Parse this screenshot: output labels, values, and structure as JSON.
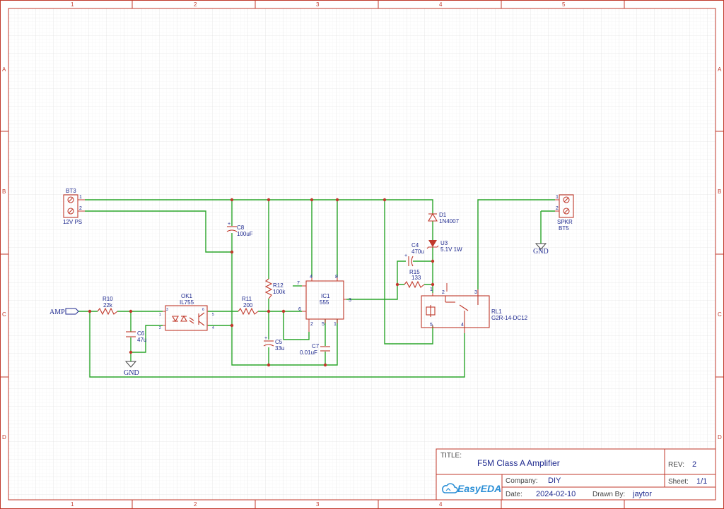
{
  "sheet_grid": {
    "columns": [
      "1",
      "2",
      "3",
      "4",
      "5"
    ],
    "rows": [
      "A",
      "B",
      "C",
      "D"
    ]
  },
  "components": {
    "bt3": {
      "ref": "BT3",
      "value": "12V PS",
      "pin1": "1",
      "pin2": "2"
    },
    "bt5": {
      "ref": "SPKR",
      "value": "BT5",
      "pin1": "1",
      "pin2": "2"
    },
    "c8": {
      "ref": "C8",
      "value": "100uF"
    },
    "d1": {
      "ref": "D1",
      "value": "1N4007"
    },
    "u3": {
      "ref": "U3",
      "value": "5.1V 1W"
    },
    "c4": {
      "ref": "C4",
      "value": "470u"
    },
    "r15": {
      "ref": "R15",
      "value": "133"
    },
    "r10": {
      "ref": "R10",
      "value": "22k"
    },
    "c6": {
      "ref": "C6",
      "value": "47u"
    },
    "ok1": {
      "ref": "OK1",
      "value": "IL755",
      "pin1": "1",
      "pin2": "2",
      "pin3": "3",
      "pin4": "4",
      "pin5": "5",
      "pin6": "6"
    },
    "r11": {
      "ref": "R11",
      "value": "200"
    },
    "r12": {
      "ref": "R12",
      "value": "100k"
    },
    "c5": {
      "ref": "C5",
      "value": "33u"
    },
    "c7": {
      "ref": "C7",
      "value": "0.01uF"
    },
    "ic1": {
      "ref": "IC1",
      "value": "555",
      "pins": [
        "7",
        "4",
        "8",
        "6",
        "2",
        "5",
        "1",
        "3"
      ]
    },
    "rl1": {
      "ref": "RL1",
      "value": "G2R-14-DC12",
      "pins": [
        "1",
        "2",
        "3",
        "5",
        "4"
      ]
    }
  },
  "net_labels": {
    "amp": "AMP",
    "gnd_left": "GND",
    "gnd_right": "GND"
  },
  "title_block": {
    "title_label": "TITLE:",
    "title": "F5M Class A Amplifier",
    "rev_label": "REV:",
    "rev": "2",
    "company_label": "Company:",
    "company": "DIY",
    "sheet_label": "Sheet:",
    "sheet": "1/1",
    "date_label": "Date:",
    "date": "2024-02-10",
    "drawn_label": "Drawn By:",
    "drawn_by": "jaytor",
    "logo_text": "EasyEDA"
  },
  "colors": {
    "frame": "#c0392b",
    "wire": "#2aa52a",
    "text": "#1f2a8f",
    "grid": "#e6e6e6",
    "logo": "#2b8fd6"
  }
}
